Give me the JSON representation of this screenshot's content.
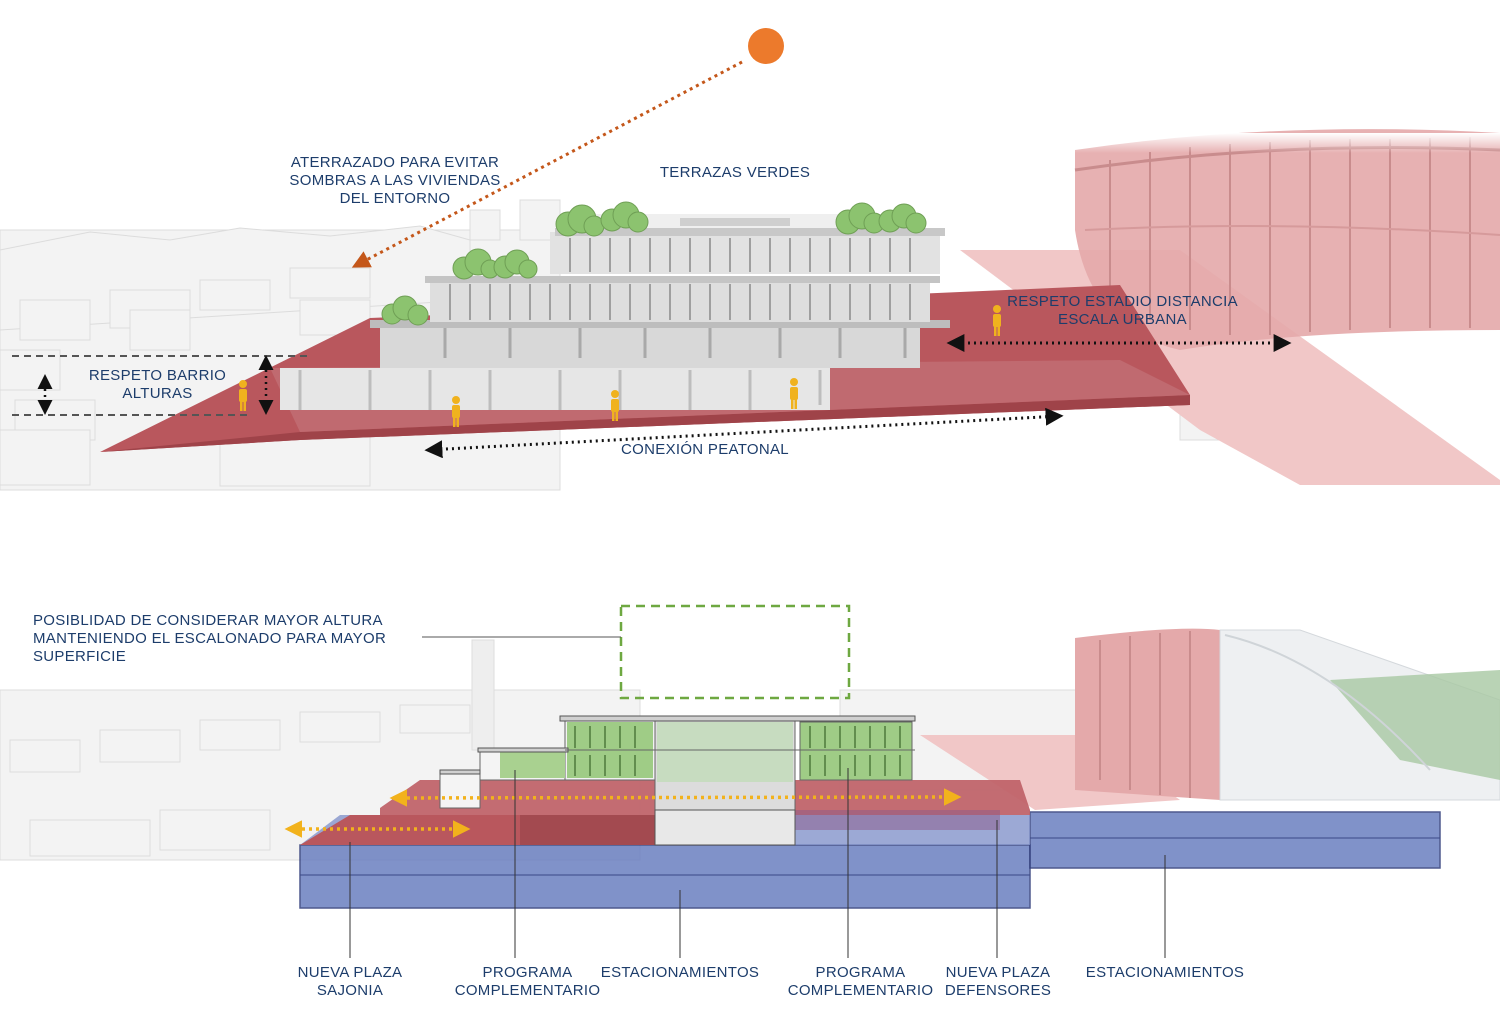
{
  "top_diagram": {
    "shadow_note": [
      "ATERRAZADO PARA EVITAR",
      "SOMBRAS A LAS VIVIENDAS",
      "DEL ENTORNO"
    ],
    "green_terraces": "TERRAZAS VERDES",
    "stadium_note": [
      "RESPETO ESTADIO DISTANCIA",
      "ESCALA URBANA"
    ],
    "neighborhood_note": [
      "RESPETO BARRIO",
      "ALTURAS"
    ],
    "pedestrian": "CONEXIÓN PEATONAL"
  },
  "bottom_diagram": {
    "height_note": [
      "POSIBLIDAD DE CONSIDERAR MAYOR  ALTURA",
      "MANTENIENDO EL ESCALONADO PARA MAYOR",
      "SUPERFICIE"
    ],
    "labels": [
      [
        "NUEVA PLAZA",
        "SAJONIA"
      ],
      [
        "PROGRAMA",
        "COMPLEMENTARIO"
      ],
      [
        "ESTACIONAMIENTOS"
      ],
      [
        "PROGRAMA",
        "COMPLEMENTARIO"
      ],
      [
        "NUEVA PLAZA",
        "DEFENSORES"
      ],
      [
        "ESTACIONAMIENTOS"
      ]
    ]
  },
  "colors": {
    "text": "#1d3d6b",
    "plaza": "#b9575d",
    "stadium": "#e7a6a6",
    "parking": "#5a70b8",
    "green": "#8fb86f",
    "sun": "#ec7a2c",
    "arrow_yellow": "#f2b21c",
    "person": "#f0b21e"
  }
}
